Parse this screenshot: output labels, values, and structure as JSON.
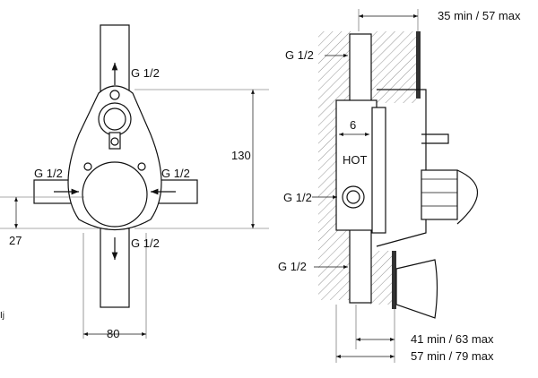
{
  "front_view": {
    "thread_top": "G 1/2",
    "thread_left": "G 1/2",
    "thread_right": "G 1/2",
    "thread_bottom": "G 1/2",
    "dim_height": "130",
    "dim_offset": "27",
    "dim_width": "80"
  },
  "side_view": {
    "dim_top_depth": "35 min / 57 max",
    "thread_top": "G 1/2",
    "dim_six": "6",
    "hot_label": "HOT",
    "thread_middle": "G 1/2",
    "thread_bottom": "G 1/2",
    "dim_depth_a": "41 min / 63 max",
    "dim_depth_b": "57 min / 79 max"
  },
  "margin_mark": "Ij"
}
